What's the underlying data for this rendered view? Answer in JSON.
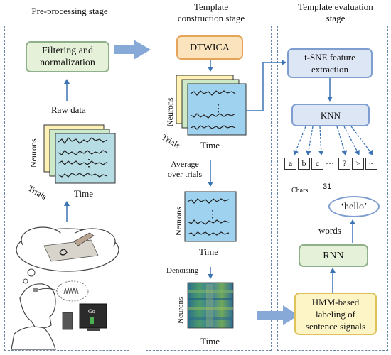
{
  "stages": {
    "preprocessing": {
      "title": "Pre-processing stage"
    },
    "construction": {
      "title": "Template\nconstruction stage"
    },
    "evaluation": {
      "title": "Template evaluation\nstage"
    }
  },
  "preprocessing": {
    "filter_box": "Filtering and\nnormalization",
    "raw_data": "Raw data",
    "axis_neurons": "Neurons",
    "axis_trials": "Trials",
    "axis_time": "Time",
    "go_text": "Go"
  },
  "construction": {
    "dtwica_box": "DTWICA",
    "axis_neurons": "Neurons",
    "axis_trials": "Trials",
    "axis_time": "Time",
    "average_label": "Average\nover trials",
    "avg_axis_neurons": "Neurons",
    "avg_axis_time": "Time",
    "denoising_label": "Denoising",
    "heat_axis_neurons": "Neurons",
    "heat_axis_time": "Time"
  },
  "evaluation": {
    "tsne_box": "t-SNE  feature\nextraction",
    "knn_box": "KNN",
    "chars": [
      "a",
      "b",
      "c",
      "···",
      "?",
      ">",
      "~"
    ],
    "chars_label": "Chars",
    "chars_count": "31",
    "hello_label": "‘hello’",
    "words_label": "words",
    "rnn_box": "RNN",
    "hmm_box": "HMM-based\nlabeling of\nsentence signals"
  },
  "colors": {
    "panel_border": "#6a86a8",
    "arrow": "#3b73b4",
    "big_arrow": "#86a9d8",
    "green_box": "#e6f1da",
    "orange_box": "#fbe3bd",
    "blue_box": "#dde6f5",
    "yellow_box": "#fdf5c6",
    "card_teal": "#b6dde4",
    "card_yellow": "#fff2b4",
    "card_green": "#cde9c8",
    "card_blue": "#9fd2ee"
  }
}
